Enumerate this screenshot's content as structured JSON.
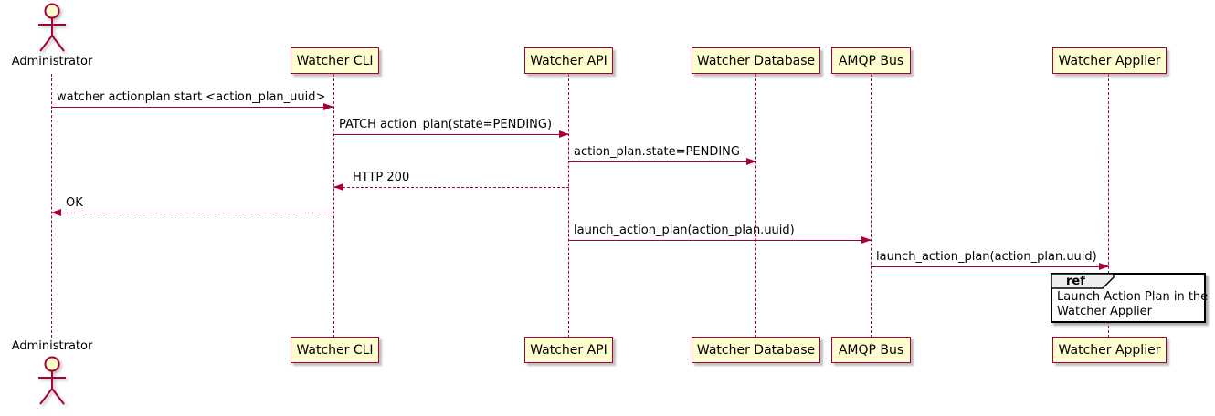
{
  "diagram": {
    "type": "uml-sequence-diagram",
    "colors": {
      "participant_fill": "#FEFECE",
      "participant_border": "#A80036",
      "lifeline": "#A80036",
      "arrow": "#A80036",
      "text": "#000000",
      "ref_tab_fill": "#EEEEEE",
      "ref_border": "#000000",
      "background": "#FFFFFF"
    }
  },
  "actor": {
    "name": "Administrator"
  },
  "participants": [
    {
      "label": "Watcher CLI"
    },
    {
      "label": "Watcher API"
    },
    {
      "label": "Watcher Database"
    },
    {
      "label": "AMQP Bus"
    },
    {
      "label": "Watcher Applier"
    }
  ],
  "messages": [
    {
      "from": "Administrator",
      "to": "Watcher CLI",
      "label": "watcher actionplan start <action_plan_uuid>",
      "style": "solid"
    },
    {
      "from": "Watcher CLI",
      "to": "Watcher API",
      "label": "PATCH action_plan(state=PENDING)",
      "style": "solid"
    },
    {
      "from": "Watcher API",
      "to": "Watcher Database",
      "label": "action_plan.state=PENDING",
      "style": "solid"
    },
    {
      "from": "Watcher API",
      "to": "Watcher CLI",
      "label": "HTTP 200",
      "style": "dashed-return"
    },
    {
      "from": "Watcher CLI",
      "to": "Administrator",
      "label": "OK",
      "style": "dashed-return"
    },
    {
      "from": "Watcher API",
      "to": "AMQP Bus",
      "label": "launch_action_plan(action_plan.uuid)",
      "style": "solid"
    },
    {
      "from": "AMQP Bus",
      "to": "Watcher Applier",
      "label": "launch_action_plan(action_plan.uuid)",
      "style": "solid"
    }
  ],
  "ref": {
    "keyword": "ref",
    "over": "Watcher Applier",
    "line1": "Launch Action Plan in the",
    "line2": "Watcher Applier"
  }
}
